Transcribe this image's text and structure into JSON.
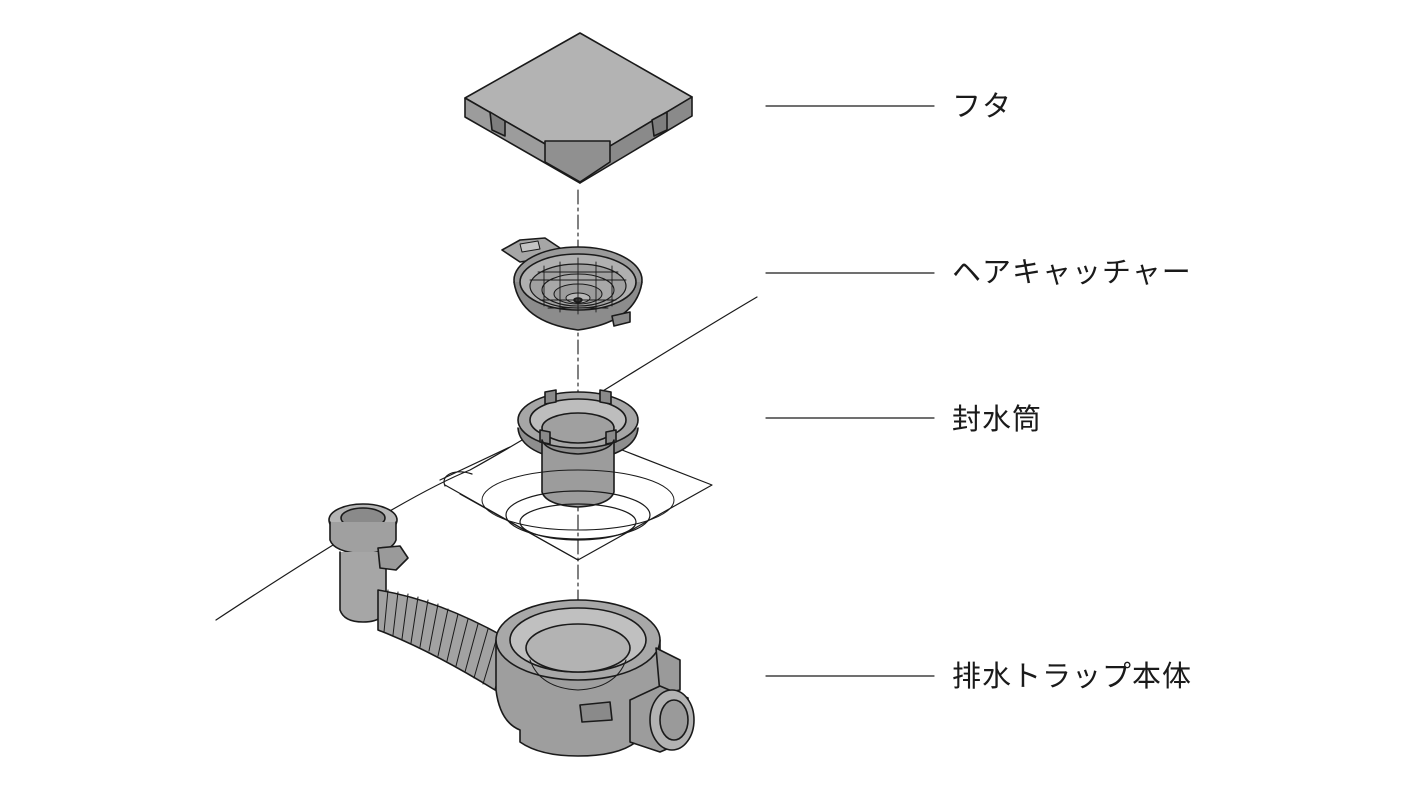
{
  "parts": {
    "lid": "フタ",
    "hair_catcher": "ヘアキャッチャー",
    "seal_tube": "封水筒",
    "trap_body": "排水トラップ本体"
  },
  "colors": {
    "part_fill": "#a6a6a6",
    "part_dark": "#8a8a8a",
    "part_light": "#c4c4c4",
    "line": "#1a1a1a"
  }
}
